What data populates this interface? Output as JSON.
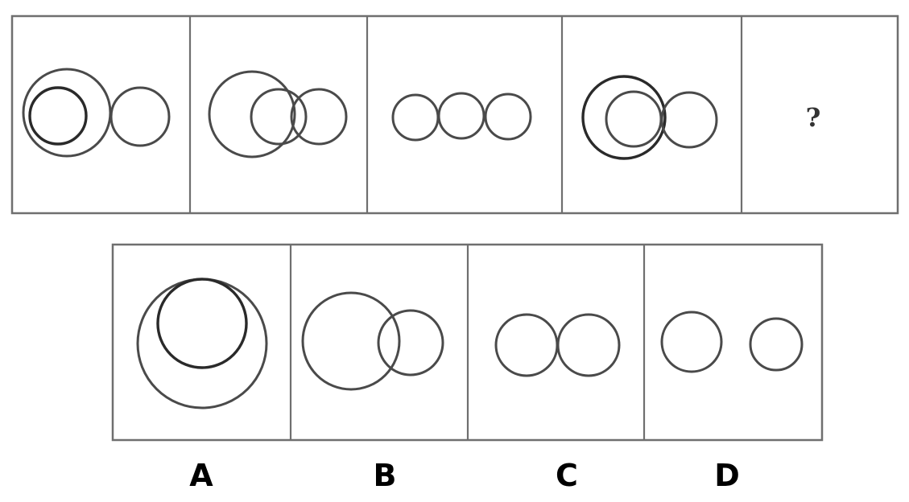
{
  "question_sequence": {
    "panels": [
      {
        "id": "panel-1",
        "content": "circles"
      },
      {
        "id": "panel-2",
        "content": "circles"
      },
      {
        "id": "panel-3",
        "content": "circles"
      },
      {
        "id": "panel-4",
        "content": "circles"
      },
      {
        "id": "panel-5",
        "content": "question",
        "text": "?"
      }
    ]
  },
  "options": [
    {
      "letter": "A"
    },
    {
      "letter": "B"
    },
    {
      "letter": "C"
    },
    {
      "letter": "D"
    }
  ],
  "colors": {
    "stroke": "#4a4a4a",
    "frame": "#6f6f6f",
    "label": "#000000"
  }
}
